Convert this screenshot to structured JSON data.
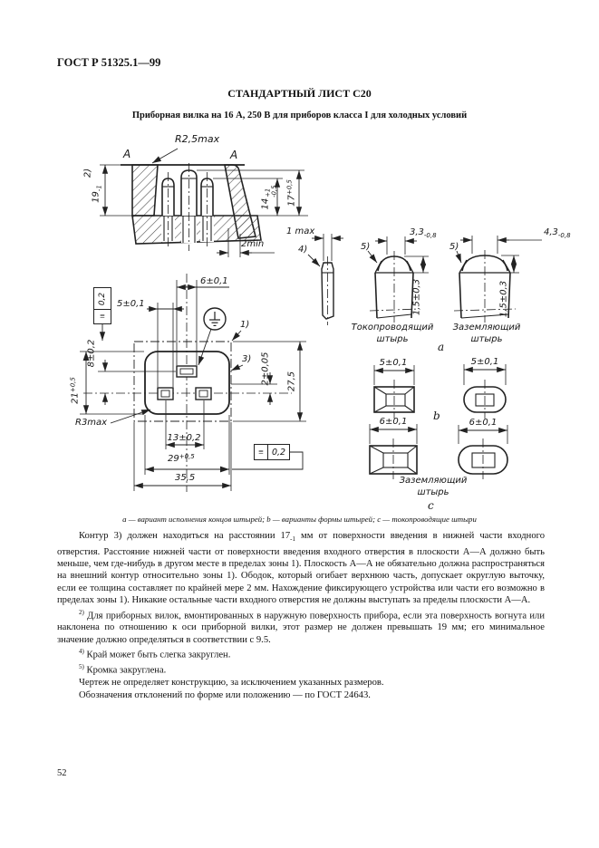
{
  "page": {
    "doc_number": "ГОСТ Р 51325.1—99",
    "sheet_title": "СТАНДАРТНЫЙ ЛИСТ С20",
    "sheet_subtitle": "Приборная вилка на 16 А, 250 В для приборов класса I для холодных условий",
    "page_number": "52"
  },
  "figure": {
    "caption": "а — вариант исполнения концов штырей; b — варианты формы штырей; с — токопроводящие штыри",
    "section_view": {
      "cut_plane_left": "А",
      "cut_plane_right": "А",
      "radius_note": "R2,5max",
      "footnote_2": "2)",
      "cavity_depth": {
        "base": "19",
        "sub": "-1"
      },
      "power_pin_length": {
        "base": "14",
        "sup": "+1",
        "sub": "-0,5"
      },
      "earth_pin_length": {
        "base": "17",
        "sup": "+0,5"
      },
      "wall_thickness": "2min"
    },
    "tip_detail": {
      "width": "1 max",
      "footnote_4": "4)"
    },
    "variant_a": {
      "letter": "а",
      "power_tip": {
        "width": {
          "base": "3,3",
          "sub": "-0,8"
        },
        "footnote_5": "5)",
        "height": "1,5±0,3",
        "label": [
          "Токопроводящий",
          "штырь"
        ]
      },
      "earth_tip": {
        "width": {
          "base": "4,3",
          "sub": "-0,8"
        },
        "footnote_5": "5)",
        "height": "1,5±0,3",
        "label": [
          "Заземляющий",
          "штырь"
        ]
      }
    },
    "variant_b": {
      "letter": "b",
      "width_left": "5±0,1",
      "width_right": "5±0,1"
    },
    "variant_c": {
      "letter": "с",
      "width_left": "6±0,1",
      "width_right": "6±0,1",
      "label": [
        "Заземляющий",
        "штырь"
      ]
    },
    "front_view": {
      "earth_slot_width": "6±0,1",
      "power_slot_width": "5±0,1",
      "zone_callout": "1)",
      "contour_callout": "3)",
      "pin_axis_offset": "2±0,05",
      "zone_height": "27,5",
      "earth_axis_offset": "8±0,2",
      "face_height": {
        "base": "21",
        "sup": "+0,5"
      },
      "corner_radius": "R3max",
      "pin_pitch": "13±0,2",
      "face_width": {
        "base": "29",
        "sup": "+0,5"
      },
      "zone_width": "35,5",
      "tolerance_left": {
        "symbol": "≡",
        "value": "0,2"
      },
      "tolerance_bottom": {
        "symbol": "≡",
        "value": "0,2"
      }
    }
  },
  "text": {
    "p1": {
      "lead": "Контур 3) должен находиться на расстоянии 17",
      "sub": "-1",
      "rest": " мм от поверхности введения в нижней части входного отверстия. Расстояние нижней части от поверхности введения входного отверстия в плоскости А—А должно быть меньше, чем где-нибудь в другом месте в пределах зоны 1). Плоскость А—А не обязательно должна распространяться на внешний контур относительно зоны 1). Ободок, который огибает верхнюю часть, допускает округлую выточку, если ее толщина составляет по крайней мере 2 мм. Нахождение фиксирующего устройства или части его возможно в пределах зоны 1). Никакие остальные части входного отверстия не должны выступать за пределы плоскости А—А."
    },
    "p2": {
      "marker": "2)",
      "body": "Для приборных вилок, вмонтированных в наружную поверхность прибора, если эта поверхность вогнута или наклонена по отношению к оси приборной вилки, этот размер не должен превышать 19 мм; его минимальное значение должно определяться в соответствии с 9.5."
    },
    "p3": {
      "marker": "4)",
      "body": "Край может быть слегка закруглен."
    },
    "p4": {
      "marker": "5)",
      "body": "Кромка закруглена."
    },
    "p5": "Чертеж не определяет конструкцию, за исключением указанных размеров.",
    "p6": "Обозначения отклонений по форме или положению — по ГОСТ 24643."
  }
}
